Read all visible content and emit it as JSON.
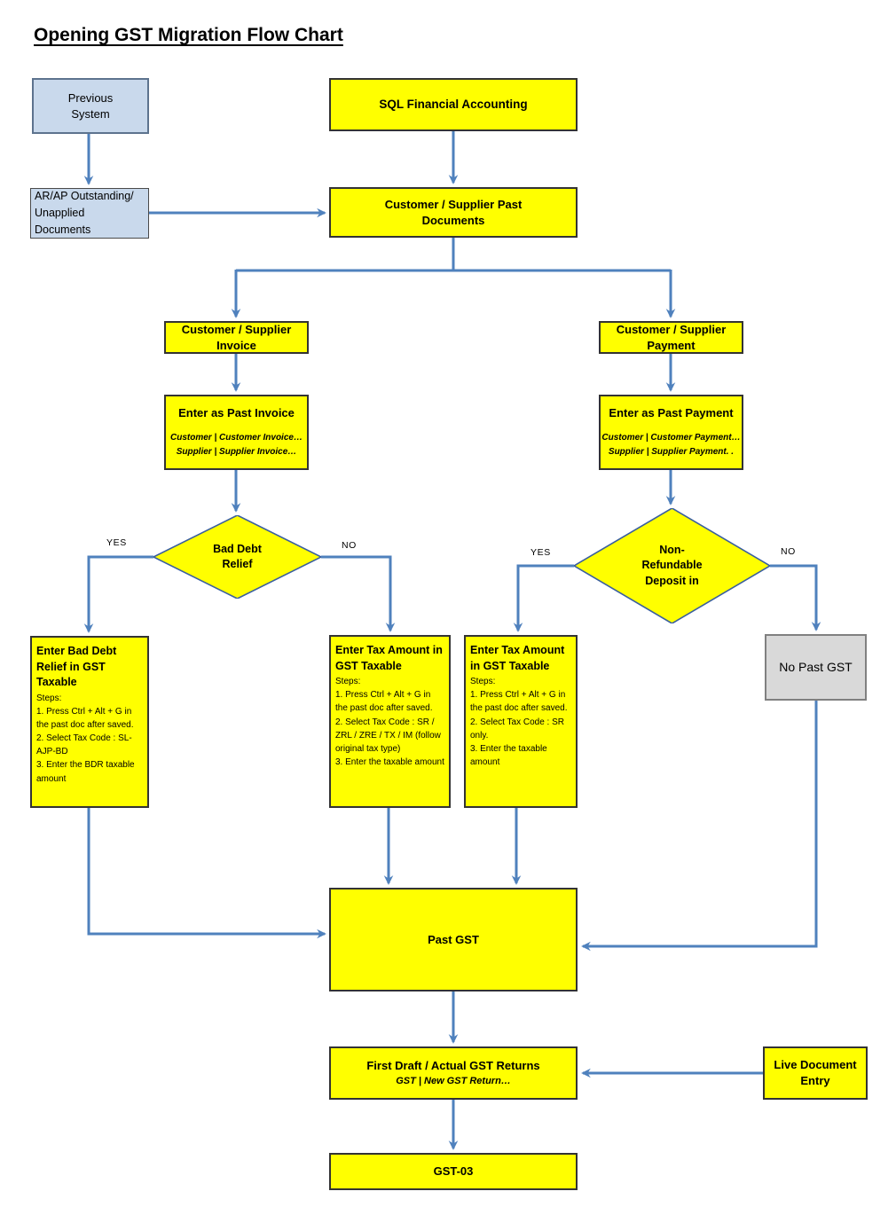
{
  "title": "Opening GST Migration Flow Chart",
  "colors": {
    "node_fill": "#ffff00",
    "system_fill": "#c9d9ec",
    "disabled_fill": "#d9d9d9",
    "connector": "#4f81bd"
  },
  "nodes": {
    "previous_system": {
      "label": "Previous\nSystem"
    },
    "sql_financial": {
      "label": "SQL Financial Accounting"
    },
    "arap_outstanding": {
      "label": "AR/AP  Outstanding/\nUnapplied\nDocuments"
    },
    "customer_past_docs": {
      "label": "Customer / Supplier  Past\nDocuments"
    },
    "customer_invoice": {
      "label": "Customer / Supplier\nInvoice"
    },
    "customer_payment": {
      "label": "Customer / Supplier\nPayment"
    },
    "enter_past_invoice": {
      "title": "Enter as Past Invoice",
      "subtitle": "Customer | Customer Invoice…\nSupplier | Supplier Invoice…"
    },
    "enter_past_payment": {
      "title": "Enter as Past Payment",
      "subtitle": "Customer | Customer Payment…\nSupplier | Supplier Payment. ."
    },
    "bad_debt_relief": {
      "label": "Bad Debt\nRelief"
    },
    "non_refundable_deposit": {
      "label": "Non-\nRefundable\nDeposit in"
    },
    "enter_bdr": {
      "title": "Enter Bad Debt Relief in GST Taxable",
      "steps_label": "Steps:",
      "steps": "1. Press Ctrl + Alt + G in the past doc after saved.\n2. Select Tax Code : SL-AJP-BD\n3. Enter the BDR taxable amount"
    },
    "enter_tax_original": {
      "title": "Enter Tax Amount in GST Taxable",
      "steps_label": "Steps:",
      "steps": "1. Press Ctrl + Alt + G in the past doc after saved.\n2. Select Tax Code : SR / ZRL / ZRE / TX / IM (follow original tax type)\n3. Enter the taxable amount"
    },
    "enter_tax_sr_only": {
      "title": "Enter Tax Amount in GST Taxable",
      "steps_label": "Steps:",
      "steps": "1. Press Ctrl + Alt + G in the past doc after saved.\n2. Select Tax Code : SR only.\n3. Enter the taxable amount"
    },
    "no_past_gst": {
      "label": "No Past GST"
    },
    "past_gst": {
      "label": "Past GST"
    },
    "first_draft": {
      "title": "First Draft / Actual GST Returns",
      "subtitle": "GST | New GST Return…"
    },
    "live_document": {
      "label": "Live Document\nEntry"
    },
    "gst03": {
      "label": "GST-03"
    }
  },
  "edge_labels": {
    "bdr_yes": "YES",
    "bdr_no": "NO",
    "nrd_yes": "YES",
    "nrd_no": "NO"
  }
}
